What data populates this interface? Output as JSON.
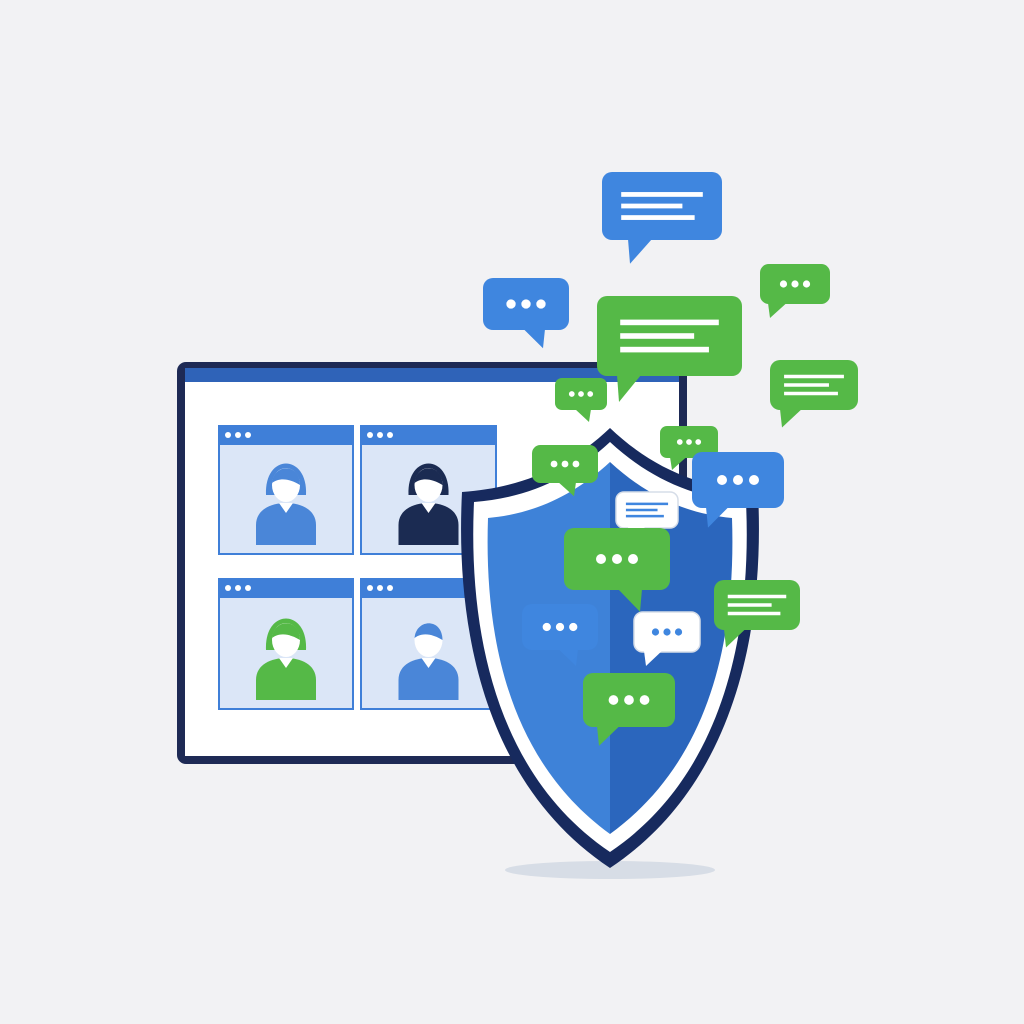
{
  "colors": {
    "background": "#f2f2f4",
    "window_frame": "#1e2a55",
    "window_titlebar": "#2f63b8",
    "window_body": "#ffffff",
    "tile_body": "#dbe6f7",
    "tile_bar": "#3f7fd8",
    "shield_outline": "#172a5e",
    "shield_rim": "#ffffff",
    "shield_light": "#3e82d8",
    "shield_dark": "#2b66bd",
    "bubble_blue": "#3f86df",
    "bubble_green": "#55b947",
    "bubble_white": "#ffffff",
    "avatar_blue": "#4a86d8",
    "avatar_navy": "#1b2b52",
    "avatar_green": "#55b947"
  },
  "video_call_window": {
    "participants": [
      {
        "icon": "woman-avatar-icon",
        "color": "blue"
      },
      {
        "icon": "woman-avatar-icon",
        "color": "navy"
      },
      {
        "icon": "woman-avatar-icon",
        "color": "green"
      },
      {
        "icon": "man-avatar-icon",
        "color": "blue"
      }
    ]
  },
  "shield": {
    "icon": "security-shield-icon"
  },
  "chat_bubbles": [
    {
      "icon": "message-lines-icon",
      "color": "blue"
    },
    {
      "icon": "typing-dots-icon",
      "color": "blue"
    },
    {
      "icon": "message-lines-icon",
      "color": "green"
    },
    {
      "icon": "typing-dots-icon",
      "color": "green"
    },
    {
      "icon": "message-lines-icon",
      "color": "green"
    },
    {
      "icon": "typing-dots-icon",
      "color": "green"
    },
    {
      "icon": "typing-dots-icon",
      "color": "green"
    },
    {
      "icon": "typing-dots-icon",
      "color": "green"
    },
    {
      "icon": "typing-dots-icon",
      "color": "blue"
    },
    {
      "icon": "message-lines-icon",
      "color": "white"
    },
    {
      "icon": "typing-dots-icon",
      "color": "green"
    },
    {
      "icon": "message-lines-icon",
      "color": "green"
    },
    {
      "icon": "typing-dots-icon",
      "color": "white"
    },
    {
      "icon": "typing-dots-icon",
      "color": "blue"
    },
    {
      "icon": "typing-dots-icon",
      "color": "green"
    }
  ]
}
